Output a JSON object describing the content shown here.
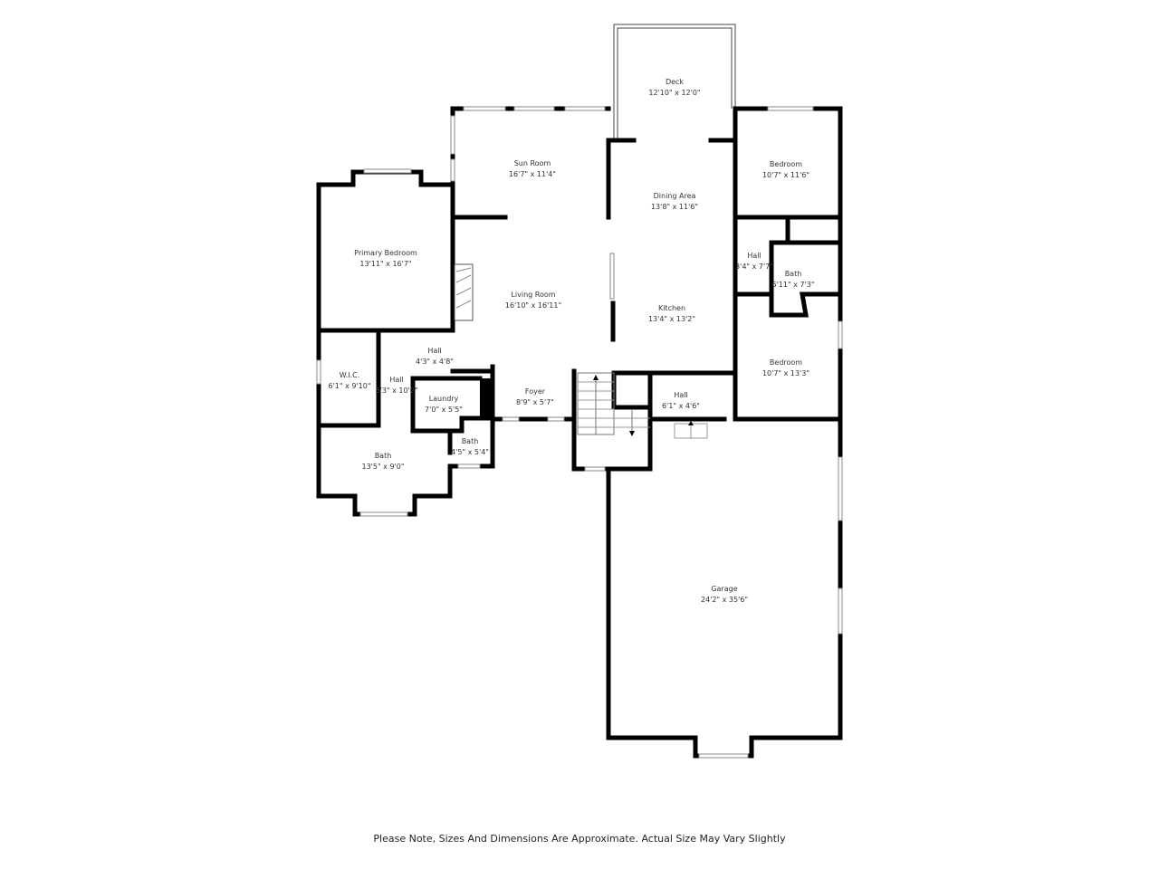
{
  "rooms": [
    {
      "name": "Deck",
      "dims": "12'10\" x 12'0\""
    },
    {
      "name": "Sun Room",
      "dims": "16'7\" x 11'4\""
    },
    {
      "name": "Dining Area",
      "dims": "13'8\" x 11'6\""
    },
    {
      "name": "Bedroom",
      "dims": "10'7\" x 11'6\""
    },
    {
      "name": "Primary Bedroom",
      "dims": "13'11\" x 16'7\""
    },
    {
      "name": "Hall",
      "dims": "3'4\" x 7'7\""
    },
    {
      "name": "Bath",
      "dims": "6'11\" x 7'3\""
    },
    {
      "name": "Living Room",
      "dims": "16'10\" x 16'11\""
    },
    {
      "name": "Kitchen",
      "dims": "13'4\" x 13'2\""
    },
    {
      "name": "Bedroom",
      "dims": "10'7\" x 13'3\""
    },
    {
      "name": "Hall",
      "dims": "4'3\" x 4'8\""
    },
    {
      "name": "W.I.C.",
      "dims": "6'1\" x 9'10\""
    },
    {
      "name": "Hall",
      "dims": "3'3\" x 10'2\""
    },
    {
      "name": "Laundry",
      "dims": "7'0\" x 5'5\""
    },
    {
      "name": "Foyer",
      "dims": "8'9\" x 5'7\""
    },
    {
      "name": "Hall",
      "dims": "6'1\" x 4'6\""
    },
    {
      "name": "Bath",
      "dims": "13'5\" x 9'0\""
    },
    {
      "name": "Bath",
      "dims": "4'5\" x 5'4\""
    },
    {
      "name": "Garage",
      "dims": "24'2\" x 35'6\""
    }
  ],
  "note": "Please Note, Sizes And Dimensions Are Approximate. Actual Size May Vary Slightly"
}
